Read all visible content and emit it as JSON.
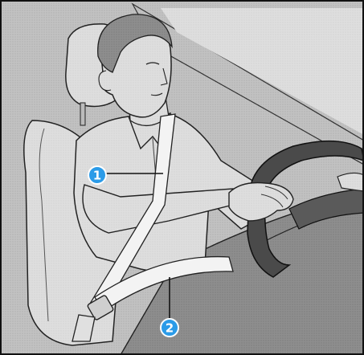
{
  "callouts": [
    {
      "number": "1",
      "color": "#2b9be8"
    },
    {
      "number": "2",
      "color": "#2b9be8"
    }
  ],
  "palette": {
    "frame": "#111111",
    "background": "#bdbdbd",
    "seat": "#e6e6e6",
    "shirt": "#d6d6d6",
    "skin": "#d2d2d2",
    "hair": "#6a6a6a",
    "belt": "#f2f2f2",
    "wheel": "#3c3c3c",
    "dashboard": "#9a9a9a"
  },
  "icons": {
    "scene": "driver-wearing-seatbelt-illustration"
  }
}
